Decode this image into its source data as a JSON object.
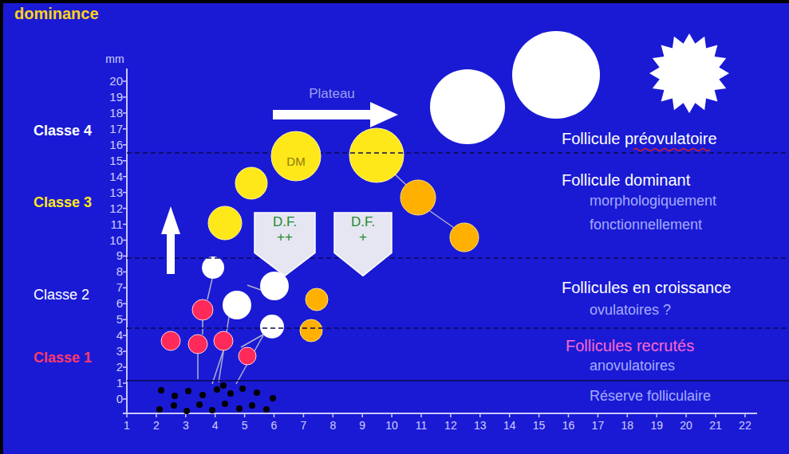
{
  "diagram": {
    "title": "dominance",
    "nodes": [
      {
        "text": [
          "DM"
        ]
      },
      {
        "text": [
          "D.F. ++"
        ]
      },
      {
        "text": [
          "D.F. +"
        ]
      }
    ],
    "labels": [
      "mm",
      "20",
      "19",
      "18",
      "17",
      "16",
      "15",
      "14",
      "13",
      "12",
      "11",
      "10",
      "9",
      "8",
      "7",
      "6",
      "5",
      "4",
      "3",
      "2",
      "1",
      "0",
      "1",
      "2",
      "3",
      "4",
      "5",
      "6",
      "7",
      "8",
      "9",
      "10",
      "11",
      "12",
      "13",
      "14",
      "15",
      "16",
      "17",
      "18",
      "19",
      "20",
      "21",
      "22",
      "Classe 4",
      "Classe 3",
      "Classe 2",
      "Classe 1",
      "Plateau",
      "Follicule préovulatoire",
      "Follicule dominant",
      "morphologiquement",
      "fonctionnellement",
      "Follicules en croissance",
      "ovulatoires ?",
      "Follicules recrutés",
      "anovulatoires",
      "Réserve folliculaire"
    ]
  }
}
